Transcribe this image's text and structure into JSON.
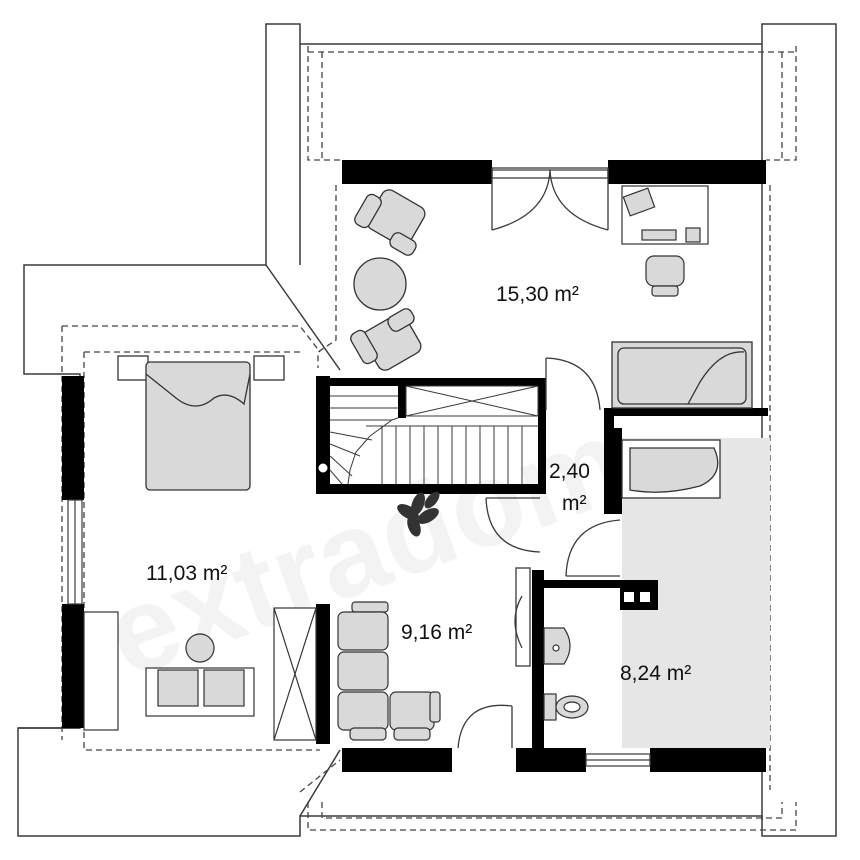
{
  "rooms": [
    {
      "id": "living",
      "area_label": "15,30 m²"
    },
    {
      "id": "hall",
      "area_label_line1": "2,40",
      "area_label_line2": "m²"
    },
    {
      "id": "bedroom",
      "area_label": "11,03 m²"
    },
    {
      "id": "lounge",
      "area_label": "9,16 m²"
    },
    {
      "id": "bathroom",
      "area_label": "8,24 m²"
    }
  ],
  "watermark": "extradom",
  "colors": {
    "wall": "#000000",
    "line": "#3a3a3a",
    "furniture_fill": "#d9d9d9",
    "bathroom_floor": "#e6e6e6",
    "background": "#ffffff"
  }
}
